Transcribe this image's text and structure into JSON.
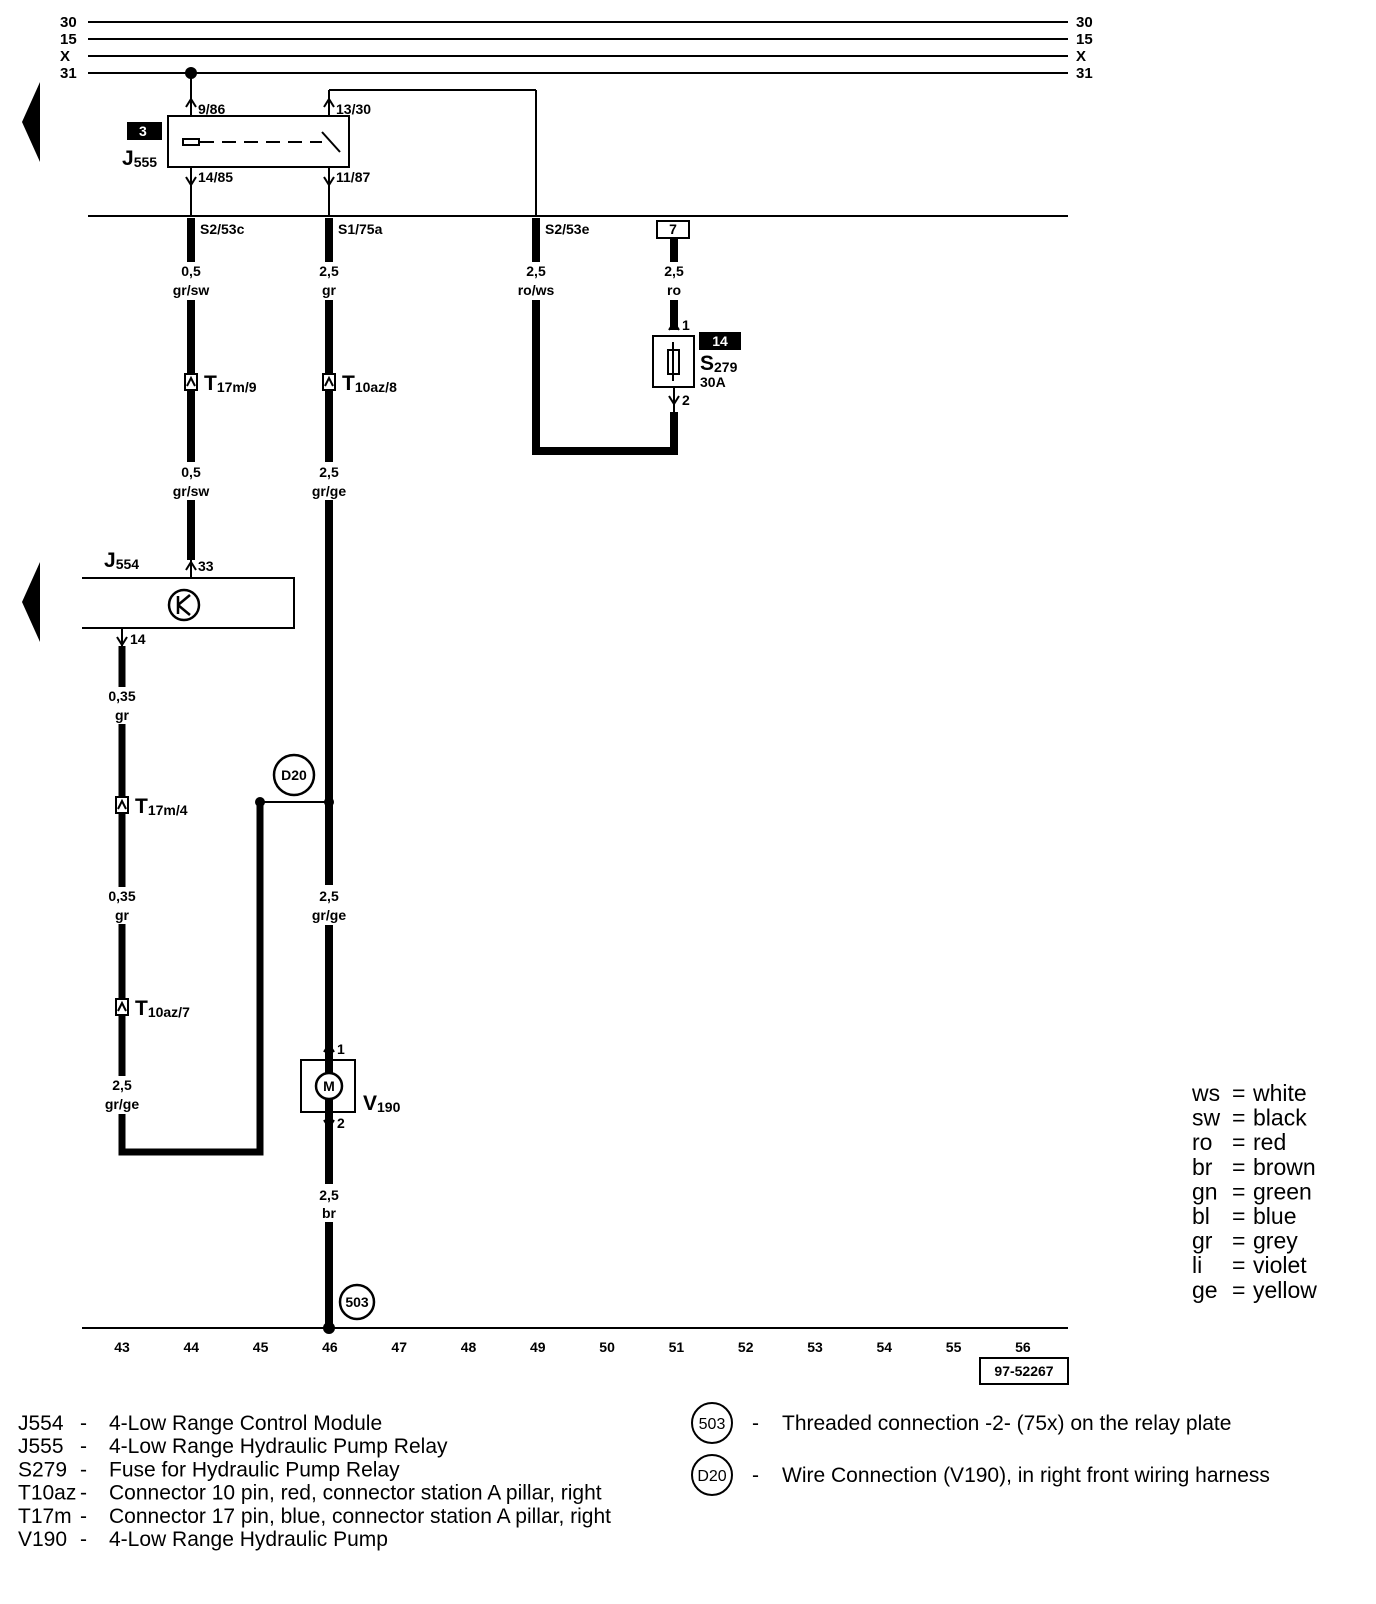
{
  "rails": {
    "r30": "30",
    "r15": "15",
    "rX": "X",
    "r31": "31"
  },
  "components": {
    "j555": {
      "box": "3",
      "name": "J",
      "sub": "555",
      "pin_top_left": "9/86",
      "pin_top_right": "13/30",
      "pin_bot_left": "14/85",
      "pin_bot_right": "11/87"
    },
    "j554": {
      "name": "J",
      "sub": "554",
      "pin_in": "33",
      "pin_out": "14"
    },
    "s279": {
      "box_top": "7",
      "box_num": "14",
      "name": "S",
      "sub": "279",
      "rating": "30A",
      "pin1": "1",
      "pin2": "2"
    },
    "v190": {
      "name": "V",
      "sub": "190",
      "symbol": "M",
      "pin1": "1",
      "pin2": "2"
    },
    "d20": {
      "label": "D20"
    },
    "g503": {
      "label": "503"
    }
  },
  "terminals": {
    "t44": "S2/53c",
    "t46": "S1/75a",
    "t49": "S2/53e"
  },
  "wires": {
    "w44a": {
      "size": "0,5",
      "color": "gr/sw"
    },
    "w44b": {
      "size": "0,5",
      "color": "gr/sw"
    },
    "w46a": {
      "size": "2,5",
      "color": "gr"
    },
    "w46b": {
      "size": "2,5",
      "color": "gr/ge"
    },
    "w46c": {
      "size": "2,5",
      "color": "gr/ge"
    },
    "w46d": {
      "size": "2,5",
      "color": "br"
    },
    "w49": {
      "size": "2,5",
      "color": "ro/ws"
    },
    "w51": {
      "size": "2,5",
      "color": "ro"
    },
    "w43a": {
      "size": "0,35",
      "color": "gr"
    },
    "w43b": {
      "size": "0,35",
      "color": "gr"
    },
    "w43c": {
      "size": "2,5",
      "color": "gr/ge"
    }
  },
  "connectors": {
    "c1": {
      "name": "T",
      "sub": "17m/9"
    },
    "c2": {
      "name": "T",
      "sub": "10az/8"
    },
    "c3": {
      "name": "T",
      "sub": "17m/4"
    },
    "c4": {
      "name": "T",
      "sub": "10az/7"
    }
  },
  "grid": [
    "43",
    "44",
    "45",
    "46",
    "47",
    "48",
    "49",
    "50",
    "51",
    "52",
    "53",
    "54",
    "55",
    "56"
  ],
  "diagram_id": "97-52267",
  "color_legend": [
    {
      "code": "ws",
      "name": "white"
    },
    {
      "code": "sw",
      "name": "black"
    },
    {
      "code": "ro",
      "name": "red"
    },
    {
      "code": "br",
      "name": "brown"
    },
    {
      "code": "gn",
      "name": "green"
    },
    {
      "code": "bl",
      "name": "blue"
    },
    {
      "code": "gr",
      "name": "grey"
    },
    {
      "code": "li",
      "name": "violet"
    },
    {
      "code": "ge",
      "name": "yellow"
    }
  ],
  "component_legend": [
    {
      "code": "J554",
      "desc": "4-Low Range Control Module"
    },
    {
      "code": "J555",
      "desc": "4-Low Range Hydraulic Pump Relay"
    },
    {
      "code": "S279",
      "desc": "Fuse for Hydraulic Pump Relay"
    },
    {
      "code": "T10az",
      "desc": "Connector 10 pin, red, connector station A pillar, right"
    },
    {
      "code": "T17m",
      "desc": "Connector 17 pin, blue, connector station A pillar, right"
    },
    {
      "code": "V190",
      "desc": "4-Low Range Hydraulic Pump"
    }
  ],
  "connection_legend": [
    {
      "symbol": "503",
      "desc": "Threaded connection -2- (75x) on the relay plate"
    },
    {
      "symbol": "D20",
      "desc": "Wire Connection (V190), in right front wiring harness"
    }
  ]
}
